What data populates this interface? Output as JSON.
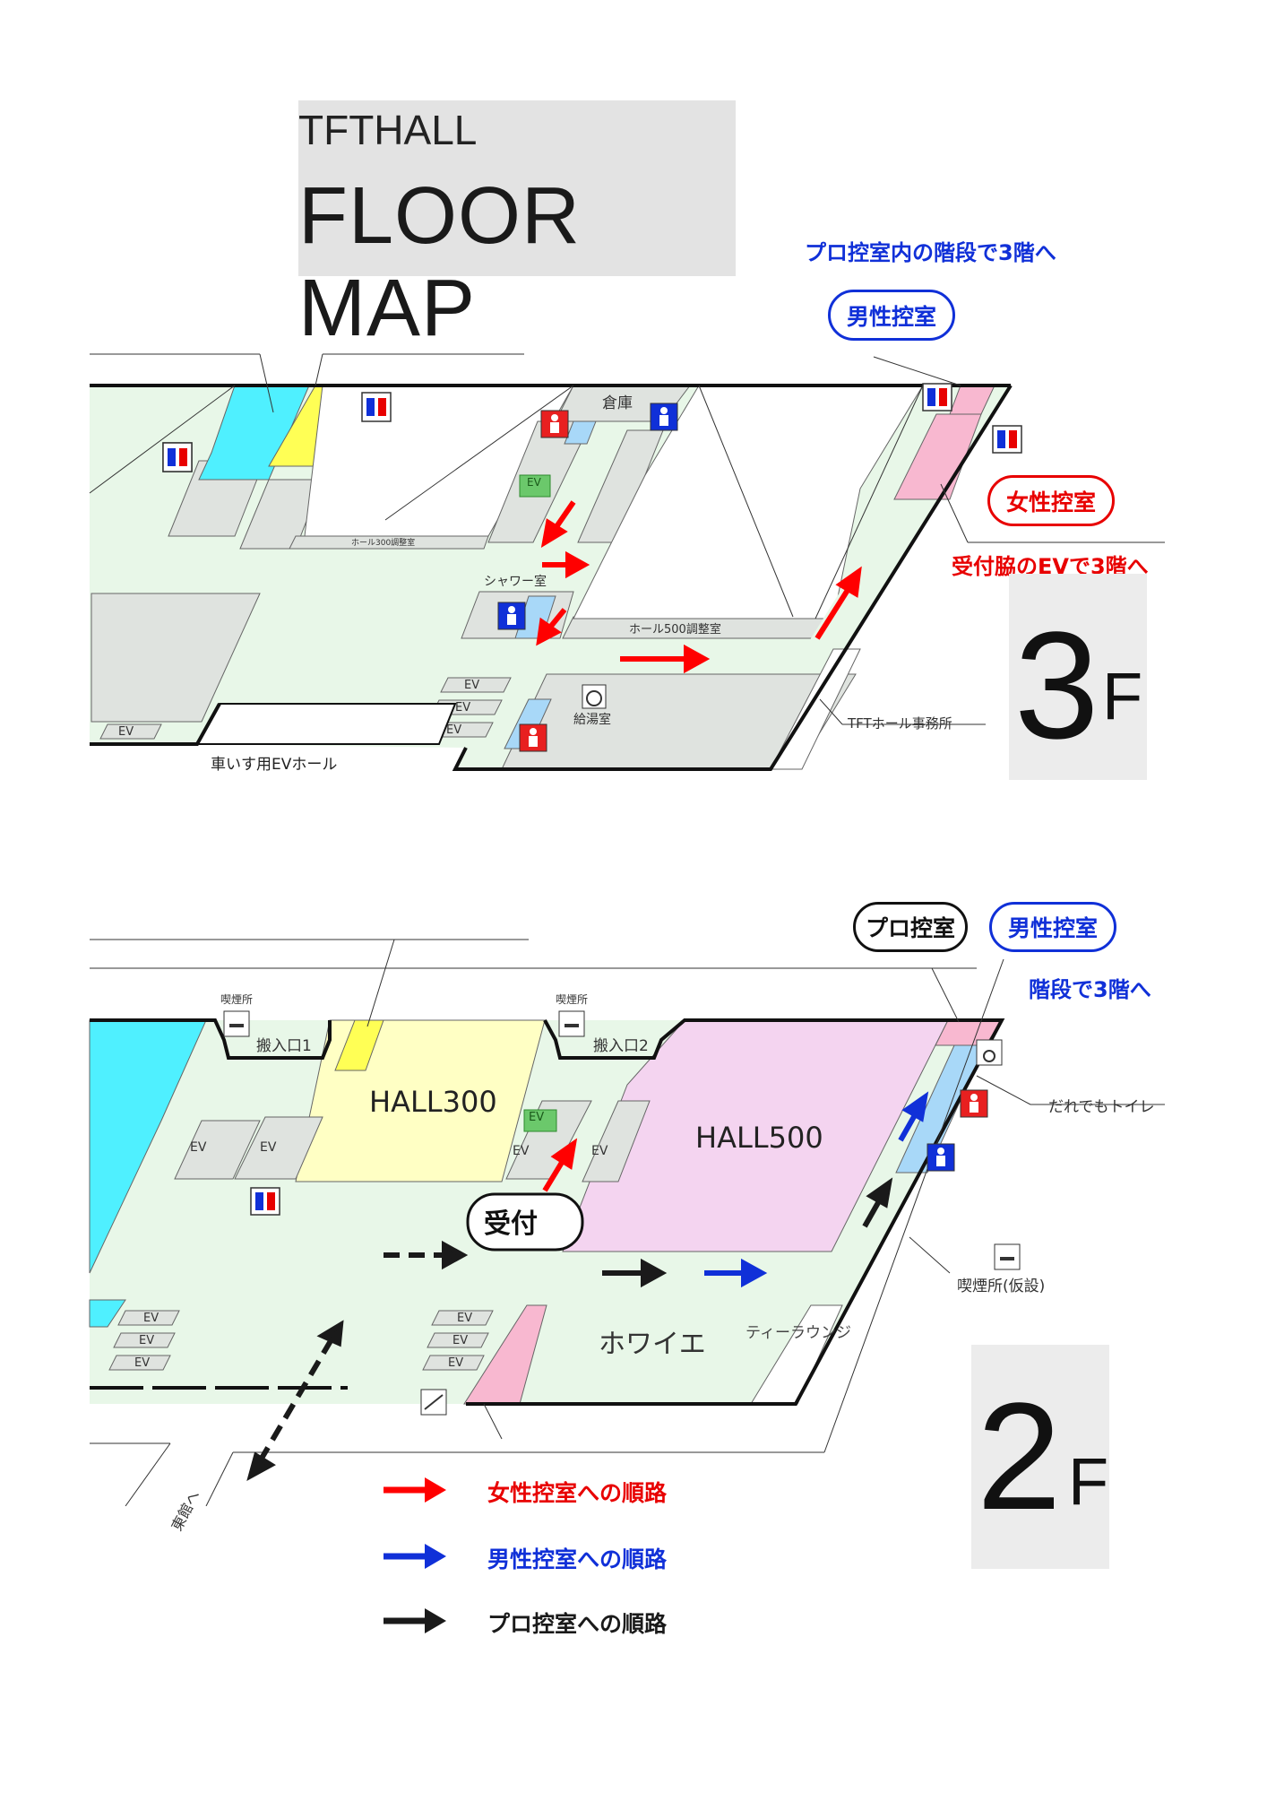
{
  "header": {
    "line1": "TFTHALL",
    "line2": "FLOOR MAP"
  },
  "floor3": {
    "floor_number": "3",
    "floor_suffix": "F",
    "note_top": "プロ控室内の階段で3階へ",
    "pill_male": "男性控室",
    "pill_female": "女性控室",
    "note_female": "受付脇のEVで3階へ",
    "rooms": {
      "storage": "倉庫",
      "hall300_ctrl": "ホール300調整室",
      "shower": "シャワー室",
      "hall500_ctrl": "ホール500調整室",
      "kitchen": "給湯室",
      "office": "TFTホール事務所",
      "wheelchair_ev": "車いす用EVホール",
      "ev": "EV"
    }
  },
  "floor2": {
    "floor_number": "2",
    "floor_suffix": "F",
    "pill_pro": "プロ控室",
    "pill_male": "男性控室",
    "note_stairs": "階段で3階へ",
    "reception": "受付",
    "rooms": {
      "hall300": "HALL300",
      "hall500": "HALL500",
      "foyer": "ホワイエ",
      "tea_lounge": "ティーラウンジ",
      "loading1": "搬入口1",
      "loading2": "搬入口2",
      "smoking": "喫煙所",
      "smoking_temp": "喫煙所(仮設)",
      "anyone_toilet": "だれでもトイレ",
      "east_wing": "東館へ",
      "ev": "EV"
    }
  },
  "legend": [
    {
      "label": "女性控室への順路",
      "color": "#ff0000"
    },
    {
      "label": "男性控室への順路",
      "color": "#0000ff"
    },
    {
      "label": "プロ控室への順路",
      "color": "#1a1a1a"
    }
  ],
  "colors": {
    "corridor": "#e8f7e8",
    "room_gray": "#dfe3df",
    "cyan": "#4ff0ff",
    "yellow": "#ffff55",
    "hall300": "#ffffc4",
    "hall500": "#f4d4f0",
    "pink": "#f8b8d0",
    "light_blue": "#a8d8f8",
    "ev_green": "#6bc86b"
  }
}
